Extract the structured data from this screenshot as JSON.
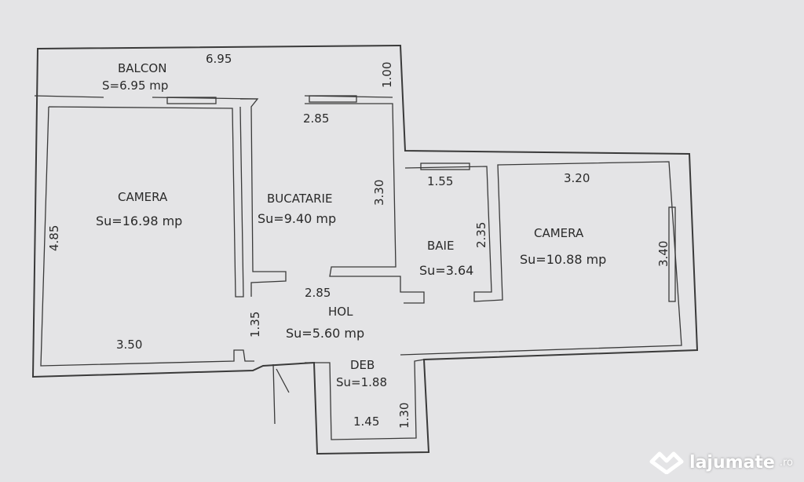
{
  "rooms": {
    "balcon": {
      "name": "BALCON",
      "area": "S=6.95  mp"
    },
    "camera1": {
      "name": "CAMERA",
      "area": "Su=16.98  mp"
    },
    "bucatarie": {
      "name": "BUCATARIE",
      "area": "Su=9.40  mp"
    },
    "baie": {
      "name": "BAIE",
      "area": "Su=3.64"
    },
    "camera2": {
      "name": "CAMERA",
      "area": "Su=10.88  mp"
    },
    "hol": {
      "name": "HOL",
      "area": "Su=5.60  mp"
    },
    "deb": {
      "name": "DEB",
      "area": "Su=1.88"
    }
  },
  "dimensions": {
    "balcon_len": "6.95",
    "balcon_depth": "1.00",
    "bucatarie_w": "2.85",
    "bucatarie_h": "3.30",
    "camera1_h": "4.85",
    "camera1_w": "3.50",
    "baie_w": "1.55",
    "baie_h": "2.35",
    "camera2_w": "3.20",
    "camera2_h": "3.40",
    "hol_w": "2.85",
    "hol_h": "1.35",
    "deb_w": "1.45",
    "deb_h": "1.30"
  },
  "watermark": {
    "brand": "lajumate",
    "suffix": ".ro",
    "icon": "heart-logo-icon"
  }
}
